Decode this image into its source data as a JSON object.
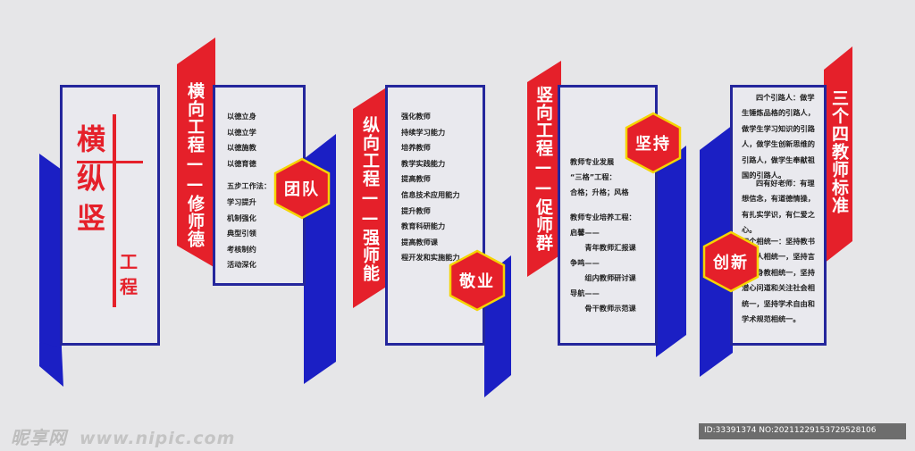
{
  "colors": {
    "red": "#e5202a",
    "blue": "#1b1fc4",
    "navy": "#24269c",
    "hex_border": "#f5d400"
  },
  "panel1": {
    "title_chars": [
      "横",
      "纵",
      "竖"
    ],
    "subtitle_chars": [
      "工",
      "程"
    ]
  },
  "panel2": {
    "banner": "横向工程——修师德",
    "items": [
      "以德立身",
      "以德立学",
      "以德施教",
      "以德育德",
      "",
      "五步工作法：",
      "学习提升",
      "机制强化",
      "典型引领",
      "考核制约",
      "活动深化"
    ],
    "badge": "团队"
  },
  "panel3": {
    "banner": "纵向工程——强师能",
    "items": [
      "强化教师",
      "持续学习能力",
      "培养教师",
      "教学实践能力",
      "提高教师",
      "信息技术应用能力",
      "提升教师",
      "教育科研能力",
      "提高教师课",
      "程开发和实施能力"
    ],
    "badge": "敬业"
  },
  "panel4": {
    "banner": "竖向工程——促师群",
    "items": [
      "教师专业发展",
      "“三格”工程：",
      "合格；升格；风格",
      "",
      "教师专业培养工程：",
      "启馨——",
      "　　青年教师汇报课",
      "争鸣——",
      "　　组内教师研讨课",
      "导航——",
      "　　骨干教师示范课"
    ],
    "badge": "坚持"
  },
  "panel5": {
    "banner": "三个四教师标准",
    "para1": "四个引路人：做学生锤炼品格的引路人，做学生学习知识的引路人，做学生创新思维的引路人，做学生奉献祖国的引路人。",
    "para2": "四有好老师：有理想信念，有道德情操，有扎实学识，有仁爱之心。",
    "para3": "四个相统一：坚持教书和育人相统一，坚持言传和身教相统一，坚持潜心问道和关注社会相统一，坚持学术自由和学术规范相统一。",
    "badge": "创新"
  },
  "watermark": {
    "logo": "昵享网",
    "url": "www.nipic.com",
    "id_text": "ID:33391374 NO:20211229153729528106"
  }
}
